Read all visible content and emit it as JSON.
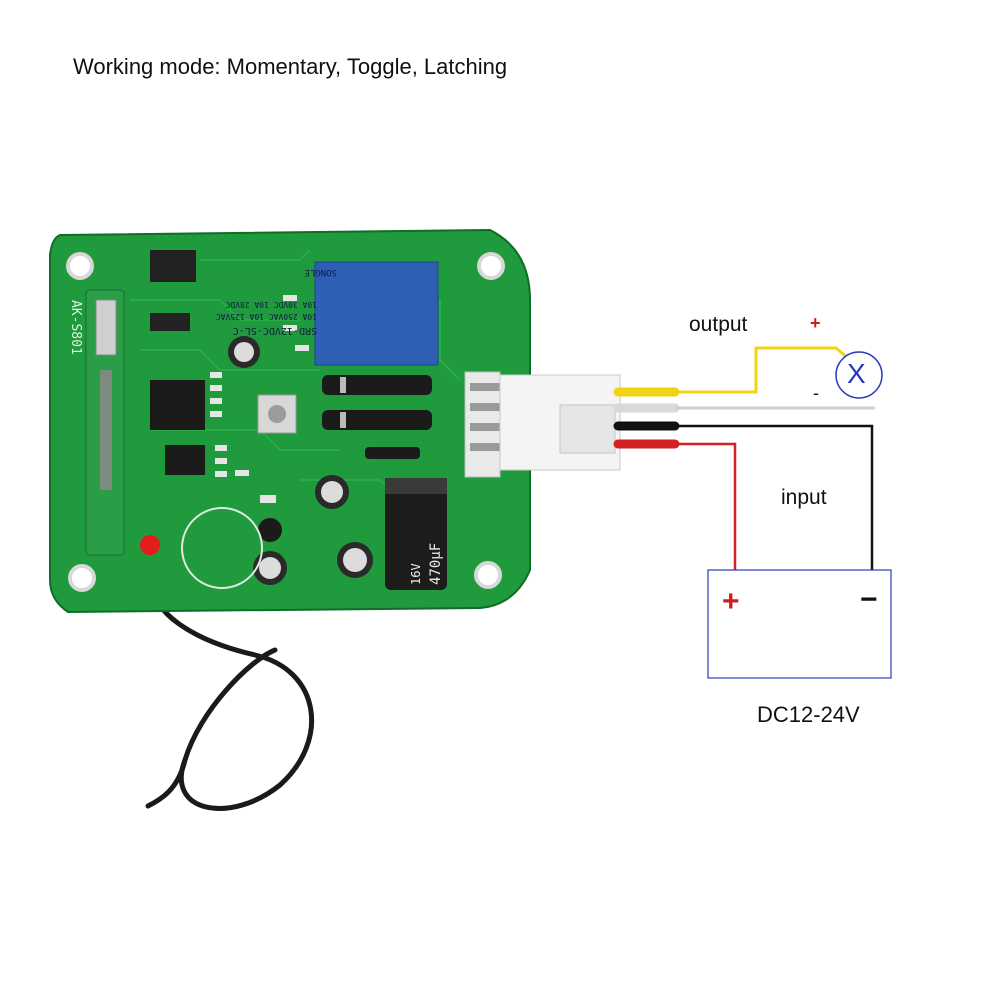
{
  "heading": "Working mode: Momentary, Toggle, Latching",
  "wiring": {
    "output_label": "output",
    "output_plus": "+",
    "output_minus": "-",
    "lamp_symbol": "X",
    "input_label": "input",
    "battery_plus": "+",
    "battery_minus": "−",
    "supply_label": "DC12-24V"
  },
  "board": {
    "relay_line1": "SRD-12VDC-SL-C",
    "relay_line2": "10A 250VAC  10A 125VAC",
    "relay_line3": "10A 30VDC  10A 28VDC",
    "relay_brand": "SONGLE",
    "capacitor_text": "470µF",
    "capacitor_text2": "16V",
    "pcb_silk": "AK-S801"
  },
  "colors": {
    "pcb": "#1f9a3c",
    "pcb_dark": "#0f6d28",
    "wire_yellow": "#f2d313",
    "wire_white": "#d9d9d9",
    "wire_black": "#111111",
    "wire_red": "#d42020",
    "relay_blue": "#2f5fb5",
    "lamp_blue": "#2a3bb8"
  }
}
